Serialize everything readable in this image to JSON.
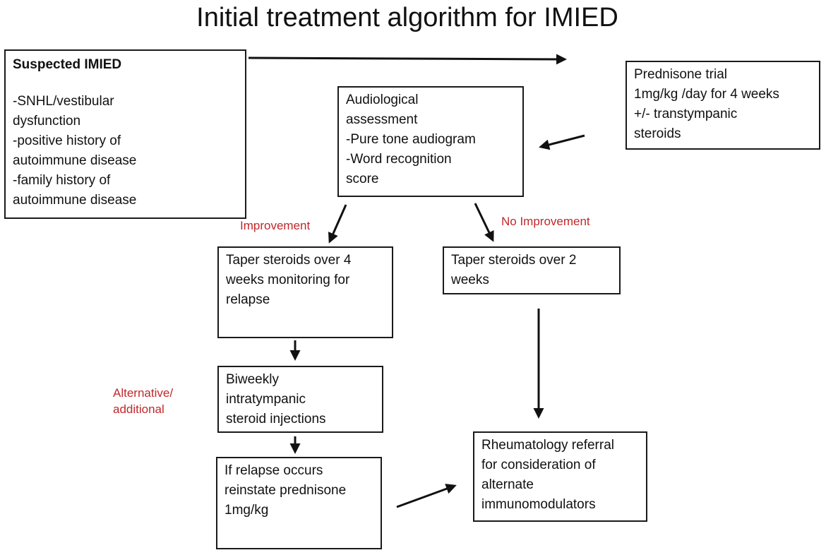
{
  "title": "Initial treatment algorithm for IMIED",
  "boxes": {
    "suspected": {
      "heading": "Suspected IMIED",
      "lines": [
        "-SNHL/vestibular",
        "dysfunction",
        "-positive history of",
        "autoimmune disease",
        "-family history of",
        "autoimmune disease"
      ]
    },
    "prednisone_trial": {
      "lines": [
        "Prednisone trial",
        "1mg/kg /day for 4 weeks",
        "+/- transtympanic",
        "steroids"
      ]
    },
    "audiological": {
      "lines": [
        "Audiological",
        "assessment",
        "-Pure tone audiogram",
        "-Word recognition",
        "score"
      ]
    },
    "taper_4wk": {
      "lines": [
        "Taper steroids over 4",
        "weeks monitoring for",
        "relapse"
      ]
    },
    "taper_2wk": {
      "lines": [
        "Taper steroids over 2",
        "weeks"
      ]
    },
    "biweekly": {
      "lines": [
        "Biweekly",
        "intratympanic",
        "steroid injections"
      ]
    },
    "relapse": {
      "lines": [
        "If relapse occurs",
        "reinstate prednisone",
        "1mg/kg"
      ]
    },
    "rheumatology": {
      "lines": [
        "Rheumatology referral",
        "for consideration of",
        "alternate",
        "immunomodulators"
      ]
    }
  },
  "labels": {
    "improvement": "Improvement",
    "no_improvement": "No Improvement",
    "alternative_line1": "Alternative/",
    "alternative_line2": "additional"
  },
  "colors": {
    "label_red": "#c0282a",
    "border": "#1a1a1a",
    "arrow": "#111111"
  }
}
